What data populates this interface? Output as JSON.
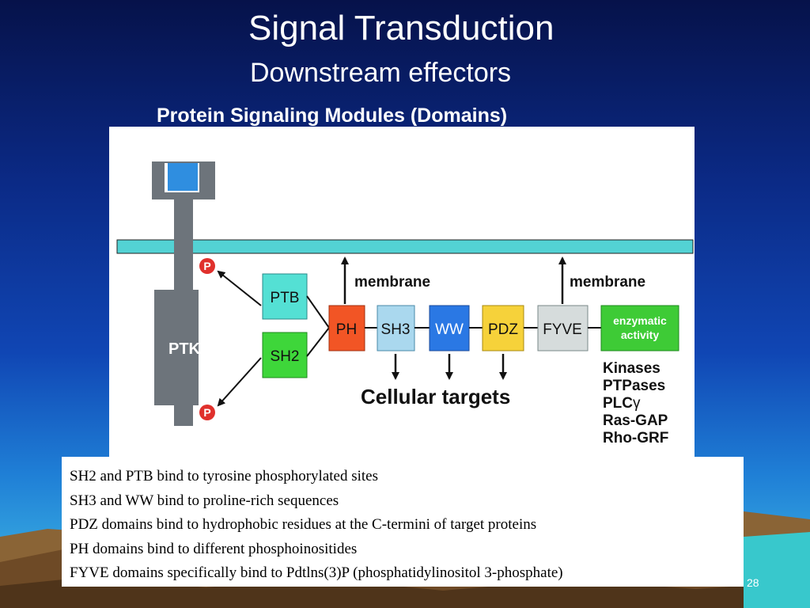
{
  "slide": {
    "title": "Signal Transduction",
    "subtitle": "Downstream effectors",
    "heading": "Protein Signaling Modules (Domains)",
    "page_number": "28"
  },
  "diagram": {
    "receptor_label": "PTK",
    "phospho_label": "P",
    "adapter_domains": [
      "PTB",
      "SH2"
    ],
    "chain_domains": [
      "PH",
      "SH3",
      "WW",
      "PDZ",
      "FYVE"
    ],
    "enzymatic_label_line1": "enzymatic",
    "enzymatic_label_line2": "activity",
    "membrane_left": "membrane",
    "membrane_right": "membrane",
    "cellular_targets": "Cellular targets",
    "enzymes": [
      "Kinases",
      "PTPases",
      "PLC",
      "Ras-GAP",
      "Rho-GRF"
    ],
    "plc_suffix": "γ",
    "colors": {
      "membrane": "#53d2d4",
      "receptor": "#6d747b",
      "ligand": "#2f8ee0",
      "phospho": "#e0302c",
      "ptb": "#54e0d4",
      "sh2": "#3ed63a",
      "ph": "#f25525",
      "sh3": "#aad8ee",
      "ww": "#2a78e4",
      "pdz": "#f6d23a",
      "fyve": "#d6dcdc",
      "enzymatic": "#3ecb36"
    }
  },
  "captions": [
    "SH2 and PTB bind to tyrosine phosphorylated sites",
    "SH3 and WW bind to proline-rich sequences",
    "PDZ domains bind to hydrophobic residues at the C-termini of target proteins",
    "PH domains bind to different phosphoinositides",
    "FYVE domains specifically bind to Pdtlns(3)P (phosphatidylinositol 3-phosphate)"
  ]
}
